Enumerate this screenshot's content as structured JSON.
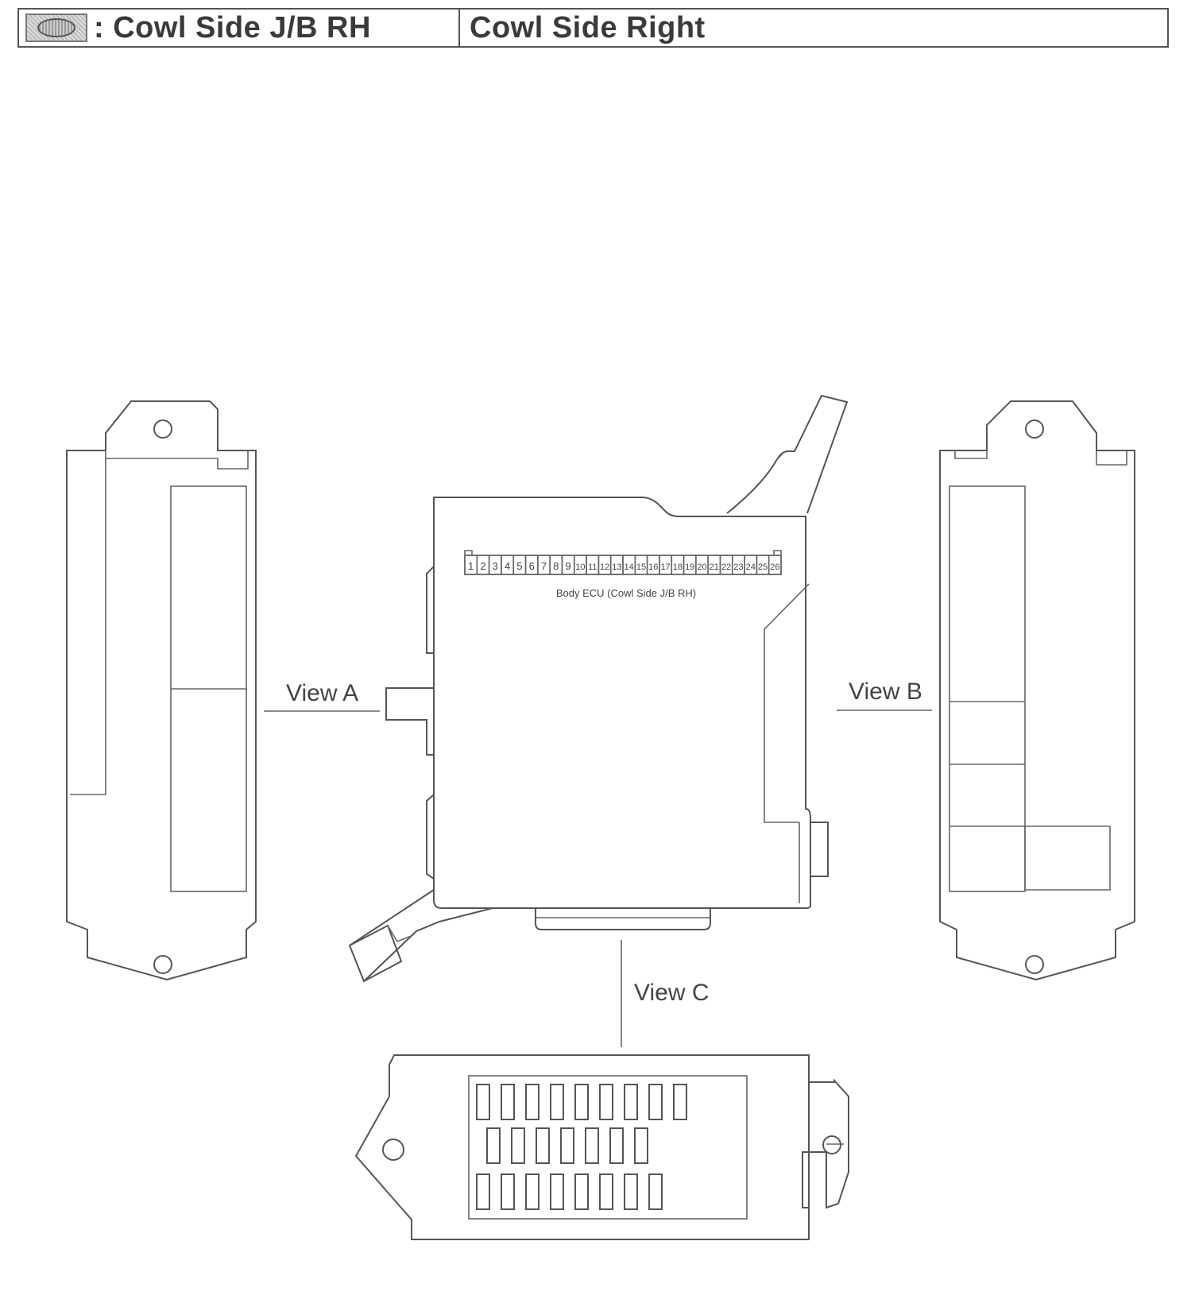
{
  "header": {
    "icon": "connector-oval-icon",
    "label": ": Cowl Side J/B RH",
    "location": "Cowl Side Right"
  },
  "diagram": {
    "view_a_label": "View A",
    "view_b_label": "View B",
    "view_c_label": "View C",
    "ecu_label": "Body ECU (Cowl Side J/B RH)",
    "pins": [
      "1",
      "2",
      "3",
      "4",
      "5",
      "6",
      "7",
      "8",
      "9",
      "10",
      "11",
      "12",
      "13",
      "14",
      "15",
      "16",
      "17",
      "18",
      "19",
      "20",
      "21",
      "22",
      "23",
      "24",
      "25",
      "26"
    ]
  }
}
